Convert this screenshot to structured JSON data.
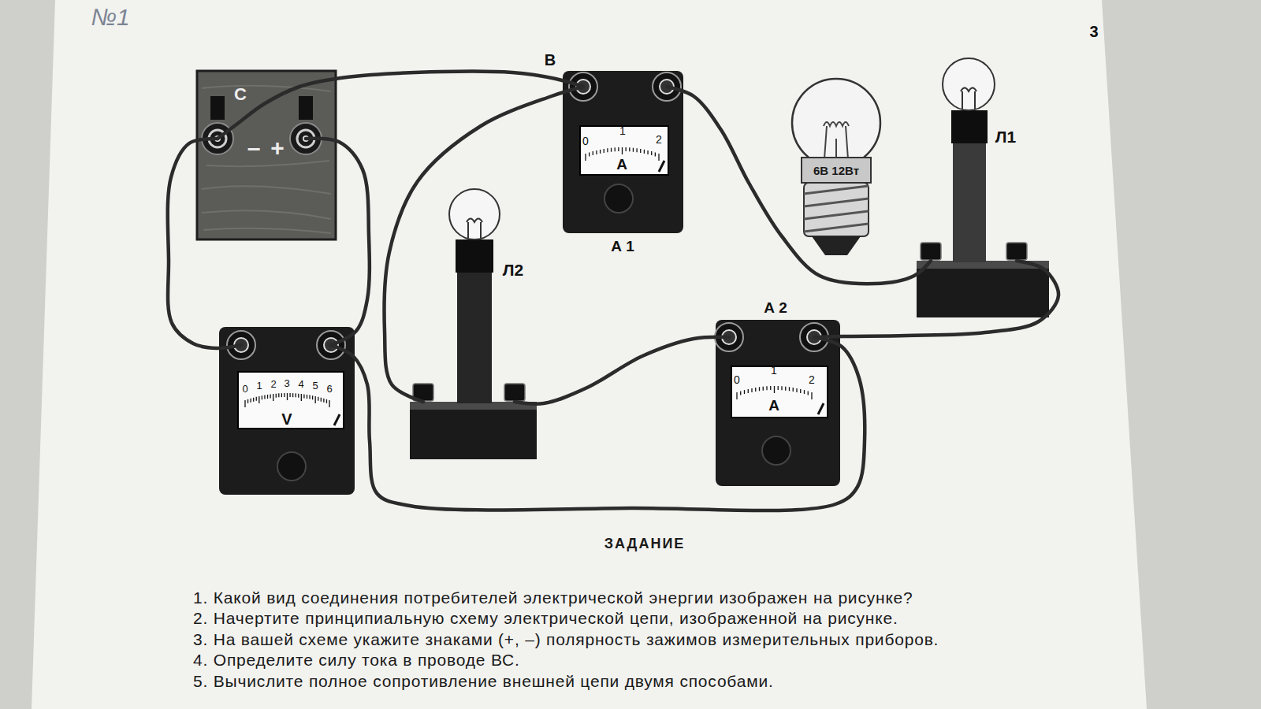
{
  "diagram": {
    "title": "ЗАДАНИЕ",
    "nodes": [
      {
        "text": [
          "С",
          "–",
          "+"
        ]
      },
      {
        "text": [
          "0",
          "1",
          "2",
          "A",
          "А 1"
        ]
      },
      {
        "text": [
          "Л1"
        ]
      },
      {
        "text": [
          "Л2"
        ]
      },
      {
        "text": [
          "А 2",
          "0",
          "1",
          "2",
          "A"
        ]
      },
      {
        "text": [
          "0",
          "1",
          "2",
          "3",
          "4",
          "5",
          "6",
          "V"
        ]
      }
    ],
    "edges": [
      {
        "from": 0,
        "to": 1,
        "arrow": "none"
      },
      {
        "from": 1,
        "to": 3,
        "arrow": "none"
      },
      {
        "from": 1,
        "to": 2,
        "arrow": "none"
      },
      {
        "from": 2,
        "to": 4,
        "arrow": "none"
      },
      {
        "from": 4,
        "to": 3,
        "arrow": "none"
      },
      {
        "from": 4,
        "to": 5,
        "arrow": "none"
      },
      {
        "from": 0,
        "to": 5,
        "arrow": "none"
      },
      {
        "from": 0,
        "to": 5,
        "arrow": "none"
      }
    ],
    "labels": [
      "№1",
      "3",
      "В",
      "6В 12Вт",
      "1. Какой вид соединения потребителей электрической энергии изображен на рисунке?",
      "2. Начертите принципиальную схему электрической цепи, изображенной на рисунке.",
      "3. На вашей схеме укажите знаками (+, –) полярность зажимов измерительных приборов.",
      "4. Определите силу тока в проводе ВС.",
      "5. Вычислите полное сопротивление внешней цепи двумя способами."
    ]
  }
}
